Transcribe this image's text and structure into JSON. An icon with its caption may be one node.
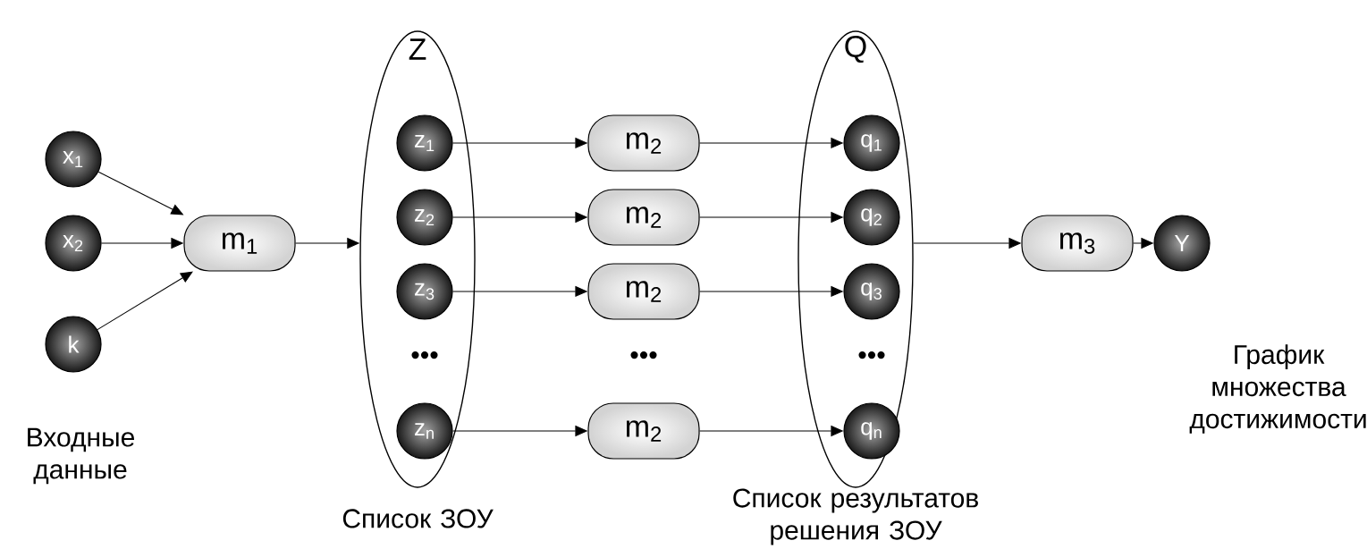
{
  "diagram": {
    "nodes": [
      {
        "text": [
          "x$_{1}$"
        ]
      },
      {
        "text": [
          "x$_{2}$"
        ]
      },
      {
        "text": [
          "k"
        ]
      },
      {
        "text": [
          "m$_{1}$"
        ]
      },
      {
        "text": [
          "Z"
        ],
        "beside": [
          "Список ЗОУ"
        ]
      },
      {
        "text": [
          "z$_{1}$"
        ],
        "in": 4
      },
      {
        "text": [
          "z$_{2}$"
        ],
        "in": 4
      },
      {
        "text": [
          "z$_{3}$"
        ],
        "in": 4
      },
      {
        "text": [
          "z$_{n}$"
        ],
        "in": 4
      },
      {
        "text": [
          "m$_{2}$"
        ]
      },
      {
        "text": [
          "m$_{2}$"
        ]
      },
      {
        "text": [
          "m$_{2}$"
        ]
      },
      {
        "text": [
          "m$_{2}$"
        ]
      },
      {
        "text": [
          "Q"
        ],
        "beside": [
          "Список результатов решения ЗОУ"
        ]
      },
      {
        "text": [
          "q$_{1}$"
        ],
        "in": 13
      },
      {
        "text": [
          "q$_{2}$"
        ],
        "in": 13
      },
      {
        "text": [
          "q$_{3}$"
        ],
        "in": 13
      },
      {
        "text": [
          "q$_{n}$"
        ],
        "in": 13
      },
      {
        "text": [
          "m$_{3}$"
        ]
      },
      {
        "text": [
          "Y"
        ],
        "beside": [
          "График множества достижимости"
        ]
      }
    ],
    "edges": [
      {
        "from": 0,
        "to": 3,
        "arrow": "to"
      },
      {
        "from": 1,
        "to": 3,
        "arrow": "to"
      },
      {
        "from": 2,
        "to": 3,
        "arrow": "to"
      },
      {
        "from": 3,
        "to": 4,
        "arrow": "to"
      },
      {
        "from": 5,
        "to": 9,
        "arrow": "to"
      },
      {
        "from": 6,
        "to": 10,
        "arrow": "to"
      },
      {
        "from": 7,
        "to": 11,
        "arrow": "to"
      },
      {
        "from": 8,
        "to": 12,
        "arrow": "to"
      },
      {
        "from": 9,
        "to": 14,
        "arrow": "to"
      },
      {
        "from": 10,
        "to": 15,
        "arrow": "to"
      },
      {
        "from": 11,
        "to": 16,
        "arrow": "to"
      },
      {
        "from": 12,
        "to": 17,
        "arrow": "to"
      },
      {
        "from": 13,
        "to": 18,
        "arrow": "to"
      },
      {
        "from": 18,
        "to": 19,
        "arrow": "to"
      }
    ],
    "labels": [
      "•••",
      "•••",
      "•••",
      "Входные данные"
    ]
  }
}
